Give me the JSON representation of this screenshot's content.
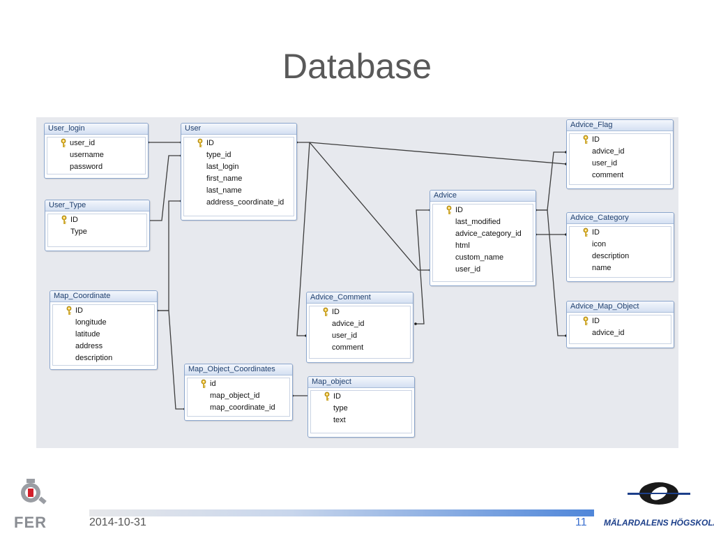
{
  "title": "Database",
  "footer": {
    "date": "2014-10-31",
    "page_number": "11",
    "left_logo_text": "FER",
    "right_logo_text": "MÄLARDALENS HÖGSKOLA"
  },
  "tables": {
    "user_login": {
      "name": "User_login",
      "fields": [
        "user_id",
        "username",
        "password"
      ]
    },
    "user": {
      "name": "User",
      "fields": [
        "ID",
        "type_id",
        "last_login",
        "first_name",
        "last_name",
        "address_coordinate_id"
      ]
    },
    "user_type": {
      "name": "User_Type",
      "fields": [
        "ID",
        "Type"
      ]
    },
    "map_coordinate": {
      "name": "Map_Coordinate",
      "fields": [
        "ID",
        "longitude",
        "latitude",
        "address",
        "description"
      ]
    },
    "map_object_coordinates": {
      "name": "Map_Object_Coordinates",
      "fields": [
        "id",
        "map_object_id",
        "map_coordinate_id"
      ]
    },
    "map_object": {
      "name": "Map_object",
      "fields": [
        "ID",
        "type",
        "text"
      ]
    },
    "advice_comment": {
      "name": "Advice_Comment",
      "fields": [
        "ID",
        "advice_id",
        "user_id",
        "comment"
      ]
    },
    "advice": {
      "name": "Advice",
      "fields": [
        "ID",
        "last_modified",
        "advice_category_id",
        "html",
        "custom_name",
        "user_id"
      ]
    },
    "advice_flag": {
      "name": "Advice_Flag",
      "fields": [
        "ID",
        "advice_id",
        "user_id",
        "comment"
      ]
    },
    "advice_category": {
      "name": "Advice_Category",
      "fields": [
        "ID",
        "icon",
        "description",
        "name"
      ]
    },
    "advice_map_object": {
      "name": "Advice_Map_Object",
      "fields": [
        "ID",
        "advice_id"
      ]
    }
  },
  "primary_keys": {
    "user_login": "user_id",
    "user": "ID",
    "user_type": "ID",
    "map_coordinate": "ID",
    "map_object_coordinates": "id",
    "map_object": "ID",
    "advice_comment": "ID",
    "advice": "ID",
    "advice_flag": "ID",
    "advice_category": "ID",
    "advice_map_object": "ID"
  },
  "relationships": [
    {
      "from": "user.ID",
      "to": "user_login.user_id"
    },
    {
      "from": "user_type.ID",
      "to": "user.type_id"
    },
    {
      "from": "map_coordinate.ID",
      "to": "user.address_coordinate_id"
    },
    {
      "from": "map_coordinate.ID",
      "to": "map_object_coordinates.map_coordinate_id"
    },
    {
      "from": "map_object.ID",
      "to": "map_object_coordinates.map_object_id"
    },
    {
      "from": "user.ID",
      "to": "advice_flag.user_id"
    },
    {
      "from": "user.ID",
      "to": "advice.user_id"
    },
    {
      "from": "user.ID",
      "to": "advice_comment.user_id"
    },
    {
      "from": "advice.ID",
      "to": "advice_comment.advice_id"
    },
    {
      "from": "advice.ID",
      "to": "advice_flag.advice_id"
    },
    {
      "from": "advice_category.ID",
      "to": "advice.advice_category_id"
    },
    {
      "from": "advice.ID",
      "to": "advice_map_object.advice_id"
    }
  ],
  "icons": {
    "primary_key": "key-icon"
  },
  "colors": {
    "diagram_background": "#e7e9ee",
    "table_border": "#8aa5cc",
    "title_text": "#595959",
    "page_number": "#3a6fcf"
  }
}
